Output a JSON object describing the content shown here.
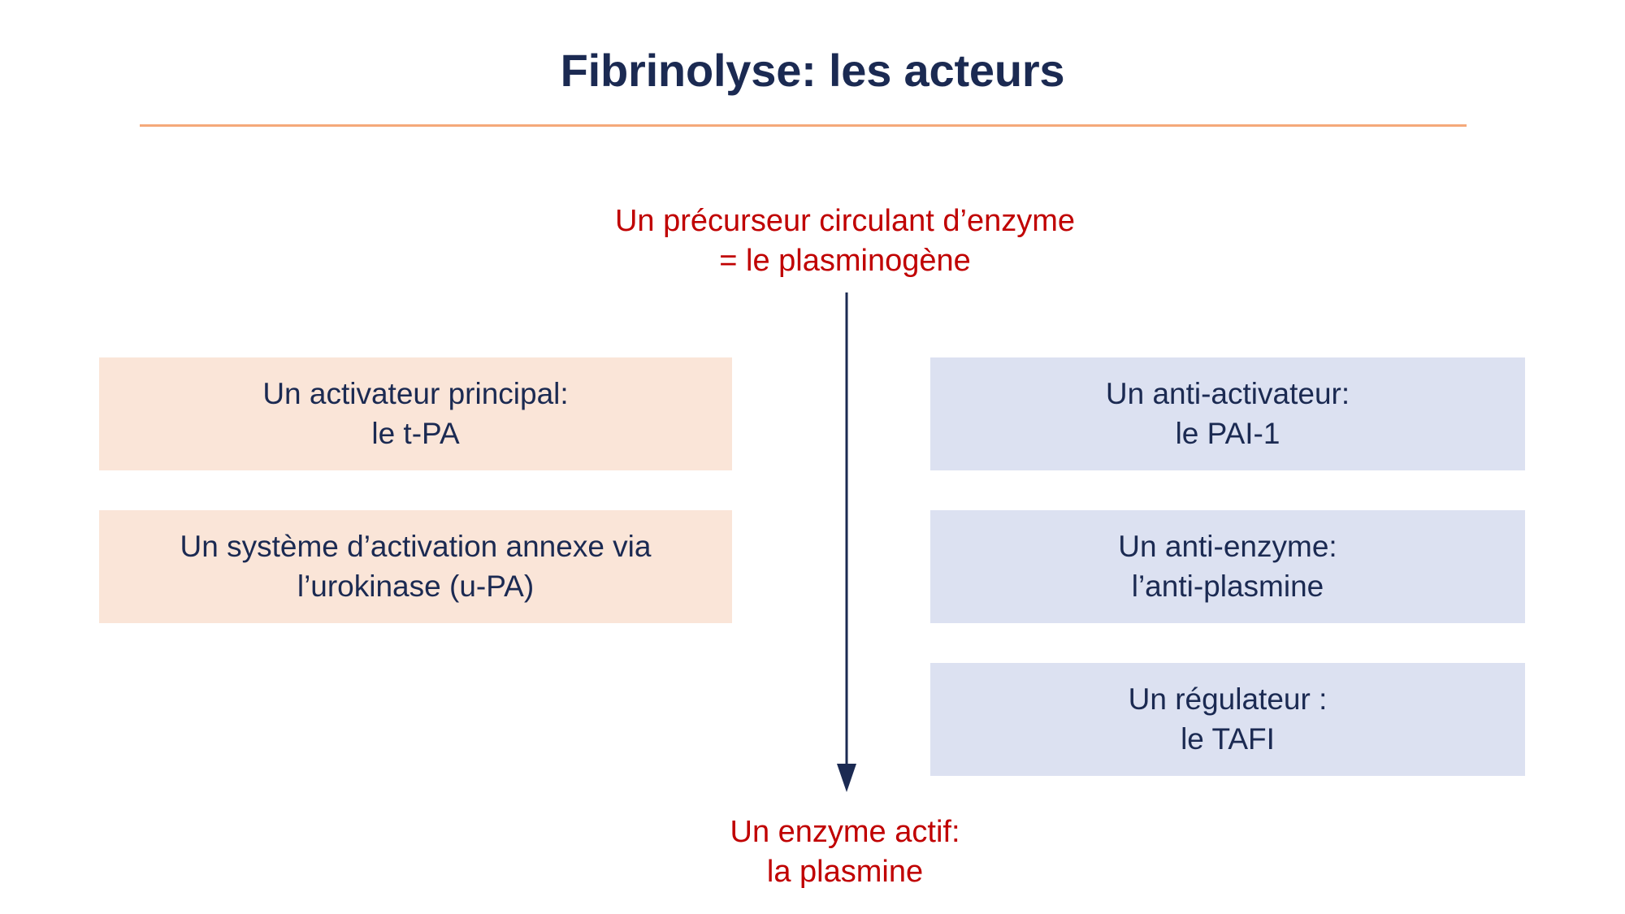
{
  "slide": {
    "title": "Fibrinolyse: les acteurs",
    "colors": {
      "title": "#1b2a52",
      "rule": "#f5a97a",
      "accent_red": "#c00000",
      "box_peach": "#fae5d8",
      "box_blue": "#dce1f1",
      "arrow": "#1b2a52",
      "background": "#ffffff"
    }
  },
  "flow": {
    "top_label": "Un précurseur circulant d’enzyme\n= le plasminogène",
    "bottom_label": "Un enzyme actif:\nla plasmine",
    "arrow_direction": "down"
  },
  "left_column": {
    "boxes": [
      {
        "text": "Un activateur principal:\nle t-PA"
      },
      {
        "text": "Un système d’activation annexe via\nl’urokinase (u-PA)"
      }
    ]
  },
  "right_column": {
    "boxes": [
      {
        "text": "Un anti-activateur:\nle PAI-1"
      },
      {
        "text": "Un anti-enzyme:\nl’anti-plasmine"
      },
      {
        "text": "Un régulateur :\nle TAFI"
      }
    ]
  }
}
